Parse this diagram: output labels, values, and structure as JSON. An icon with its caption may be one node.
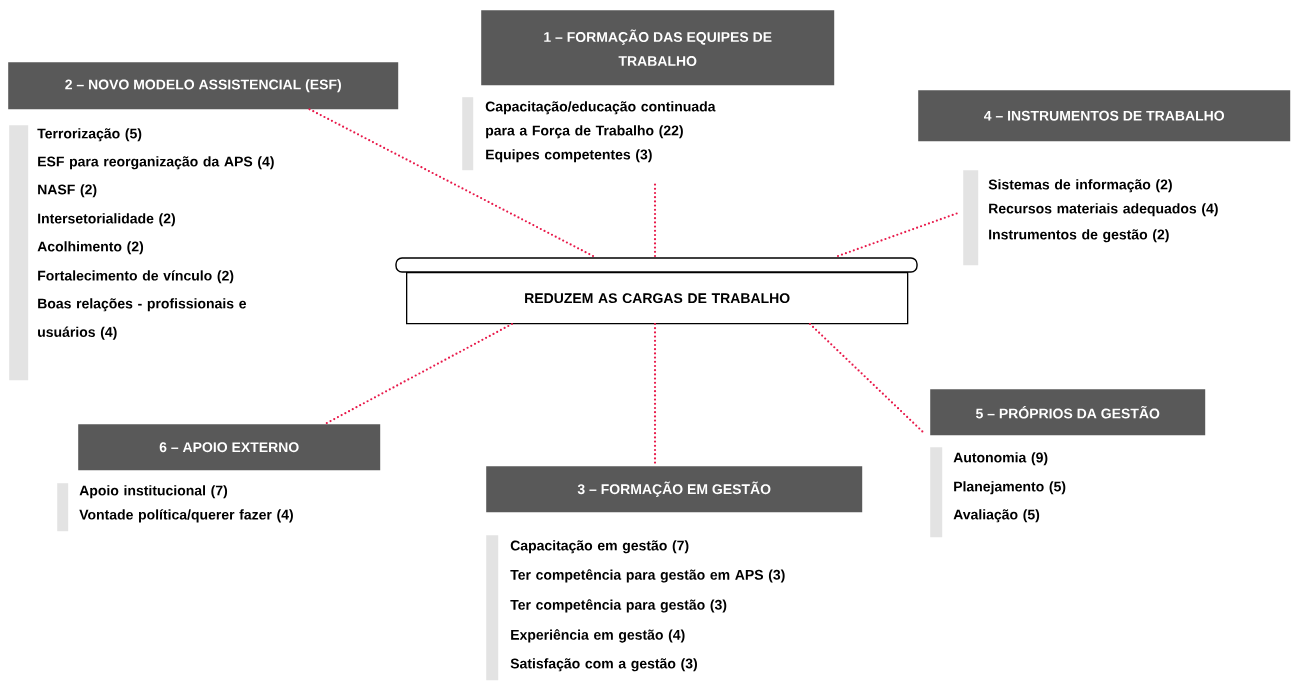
{
  "diagram": {
    "nodes": [
      {
        "text": [
          "1 – FORMAÇÃO DAS EQUIPES DE TRABALHO"
        ]
      },
      {
        "text": [
          "2 – NOVO MODELO ASSISTENCIAL (ESF)"
        ]
      },
      {
        "text": [
          "4 – INSTRUMENTOS DE TRABALHO"
        ]
      },
      {
        "text": [
          "Capacitação/educação continuada para a Força de Trabalho (22)",
          "Equipes competentes (3)"
        ]
      },
      {
        "text": [
          "Terrorização (5)",
          "ESF para reorganização da APS (4)",
          "NASF (2)",
          "Intersetorialidade (2)",
          "Acolhimento (2)",
          "Fortalecimento de vínculo (2)",
          "Boas relações - profissionais e usuários (4)"
        ]
      },
      {
        "text": [
          "Sistemas de informação (2)",
          "Recursos materiais adequados (4)",
          "Instrumentos de gestão (2)"
        ]
      },
      {
        "text": [
          "REDUZEM AS CARGAS DE TRABALHO"
        ]
      },
      {
        "text": [
          "5 – PRÓPRIOS DA GESTÃO"
        ]
      },
      {
        "text": [
          "6 – APOIO EXTERNO"
        ]
      },
      {
        "text": [
          "Autonomia (9)",
          "Planejamento (5)",
          "Avaliação (5)"
        ]
      },
      {
        "text": [
          "3 – FORMAÇÃO EM GESTÃO"
        ]
      },
      {
        "text": [
          "Apoio institucional (7)",
          "Vontade política/querer fazer (4)"
        ]
      },
      {
        "text": [
          "Capacitação em gestão (7)",
          "Ter competência para gestão em APS (3)",
          "Ter competência para gestão (3)",
          "Experiência em gestão (4)",
          "Satisfação com a gestão (3)"
        ]
      }
    ],
    "edges": [
      {
        "from": 6,
        "to": 1,
        "arrow": "none"
      },
      {
        "from": 6,
        "to": 3,
        "arrow": "none"
      },
      {
        "from": 6,
        "to": 5,
        "arrow": "none"
      },
      {
        "from": 6,
        "to": 7,
        "arrow": "none"
      },
      {
        "from": 6,
        "to": 10,
        "arrow": "none"
      },
      {
        "from": 6,
        "to": 8,
        "arrow": "none"
      }
    ]
  }
}
